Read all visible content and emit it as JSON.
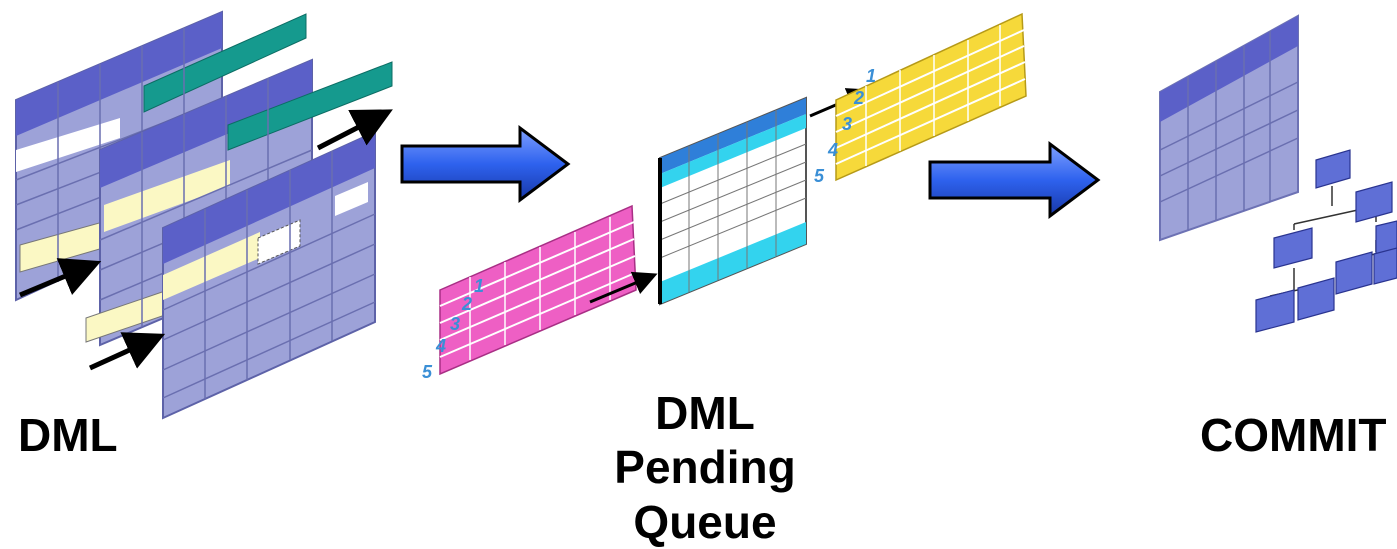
{
  "labels": {
    "dml": "DML",
    "pending_line1": "DML",
    "pending_line2": "Pending",
    "pending_line3": "Queue",
    "commit": "COMMIT"
  },
  "queue_numbers": [
    "1",
    "2",
    "3",
    "4",
    "5"
  ],
  "colors": {
    "table_body": "#9da2d8",
    "table_header": "#5b60c8",
    "teal_row": "#159a8e",
    "cream_row": "#fbf8c4",
    "pink_brick": "#ee5fc4",
    "yellow_brick": "#f6d93a",
    "queue_cyan": "#33d3ee",
    "queue_blue": "#2f7fd9",
    "flow_arrow": "#2e62ee",
    "number_blue": "#3a8fd6"
  },
  "icons": [
    "flow-arrow-icon",
    "hierarchy-icon",
    "brick-stack-icon"
  ]
}
